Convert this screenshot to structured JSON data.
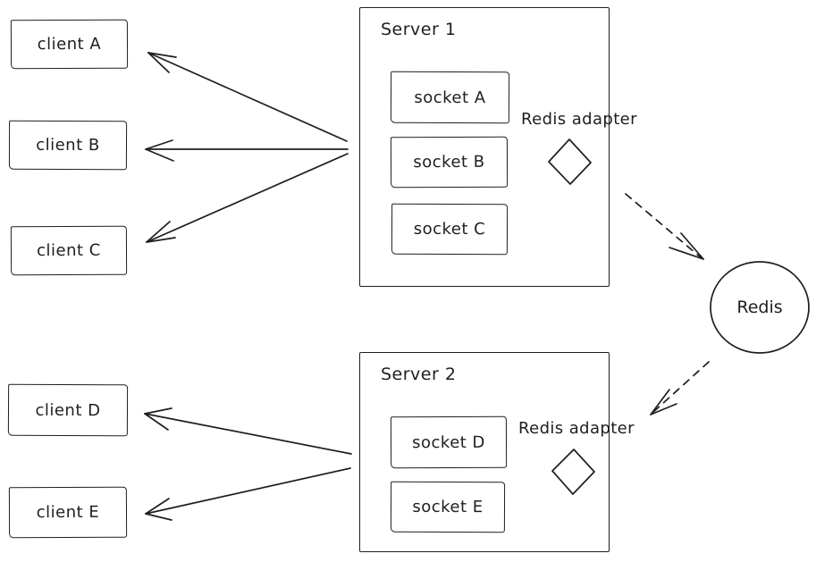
{
  "diagram": {
    "background_color": "#ffffff",
    "stroke_color": "#1e1e1e",
    "clients": [
      {
        "label": "client A"
      },
      {
        "label": "client B"
      },
      {
        "label": "client C"
      },
      {
        "label": "client D"
      },
      {
        "label": "client E"
      }
    ],
    "servers": [
      {
        "label": "Server 1",
        "adapter_label": "Redis adapter",
        "sockets": [
          {
            "label": "socket A"
          },
          {
            "label": "socket B"
          },
          {
            "label": "socket C"
          }
        ]
      },
      {
        "label": "Server 2",
        "adapter_label": "Redis adapter",
        "sockets": [
          {
            "label": "socket D"
          },
          {
            "label": "socket E"
          }
        ]
      }
    ],
    "redis": {
      "label": "Redis"
    },
    "edges": [
      {
        "from": "Server 1",
        "to": "client A",
        "style": "solid-arrow"
      },
      {
        "from": "Server 1",
        "to": "client B",
        "style": "solid-arrow"
      },
      {
        "from": "Server 1",
        "to": "client C",
        "style": "solid-arrow"
      },
      {
        "from": "Server 2",
        "to": "client D",
        "style": "solid-arrow"
      },
      {
        "from": "Server 2",
        "to": "client E",
        "style": "solid-arrow"
      },
      {
        "from": "Server 1 Redis adapter",
        "to": "Redis",
        "style": "dashed-arrow"
      },
      {
        "from": "Redis",
        "to": "Server 2 Redis adapter",
        "style": "dashed-arrow"
      }
    ]
  }
}
